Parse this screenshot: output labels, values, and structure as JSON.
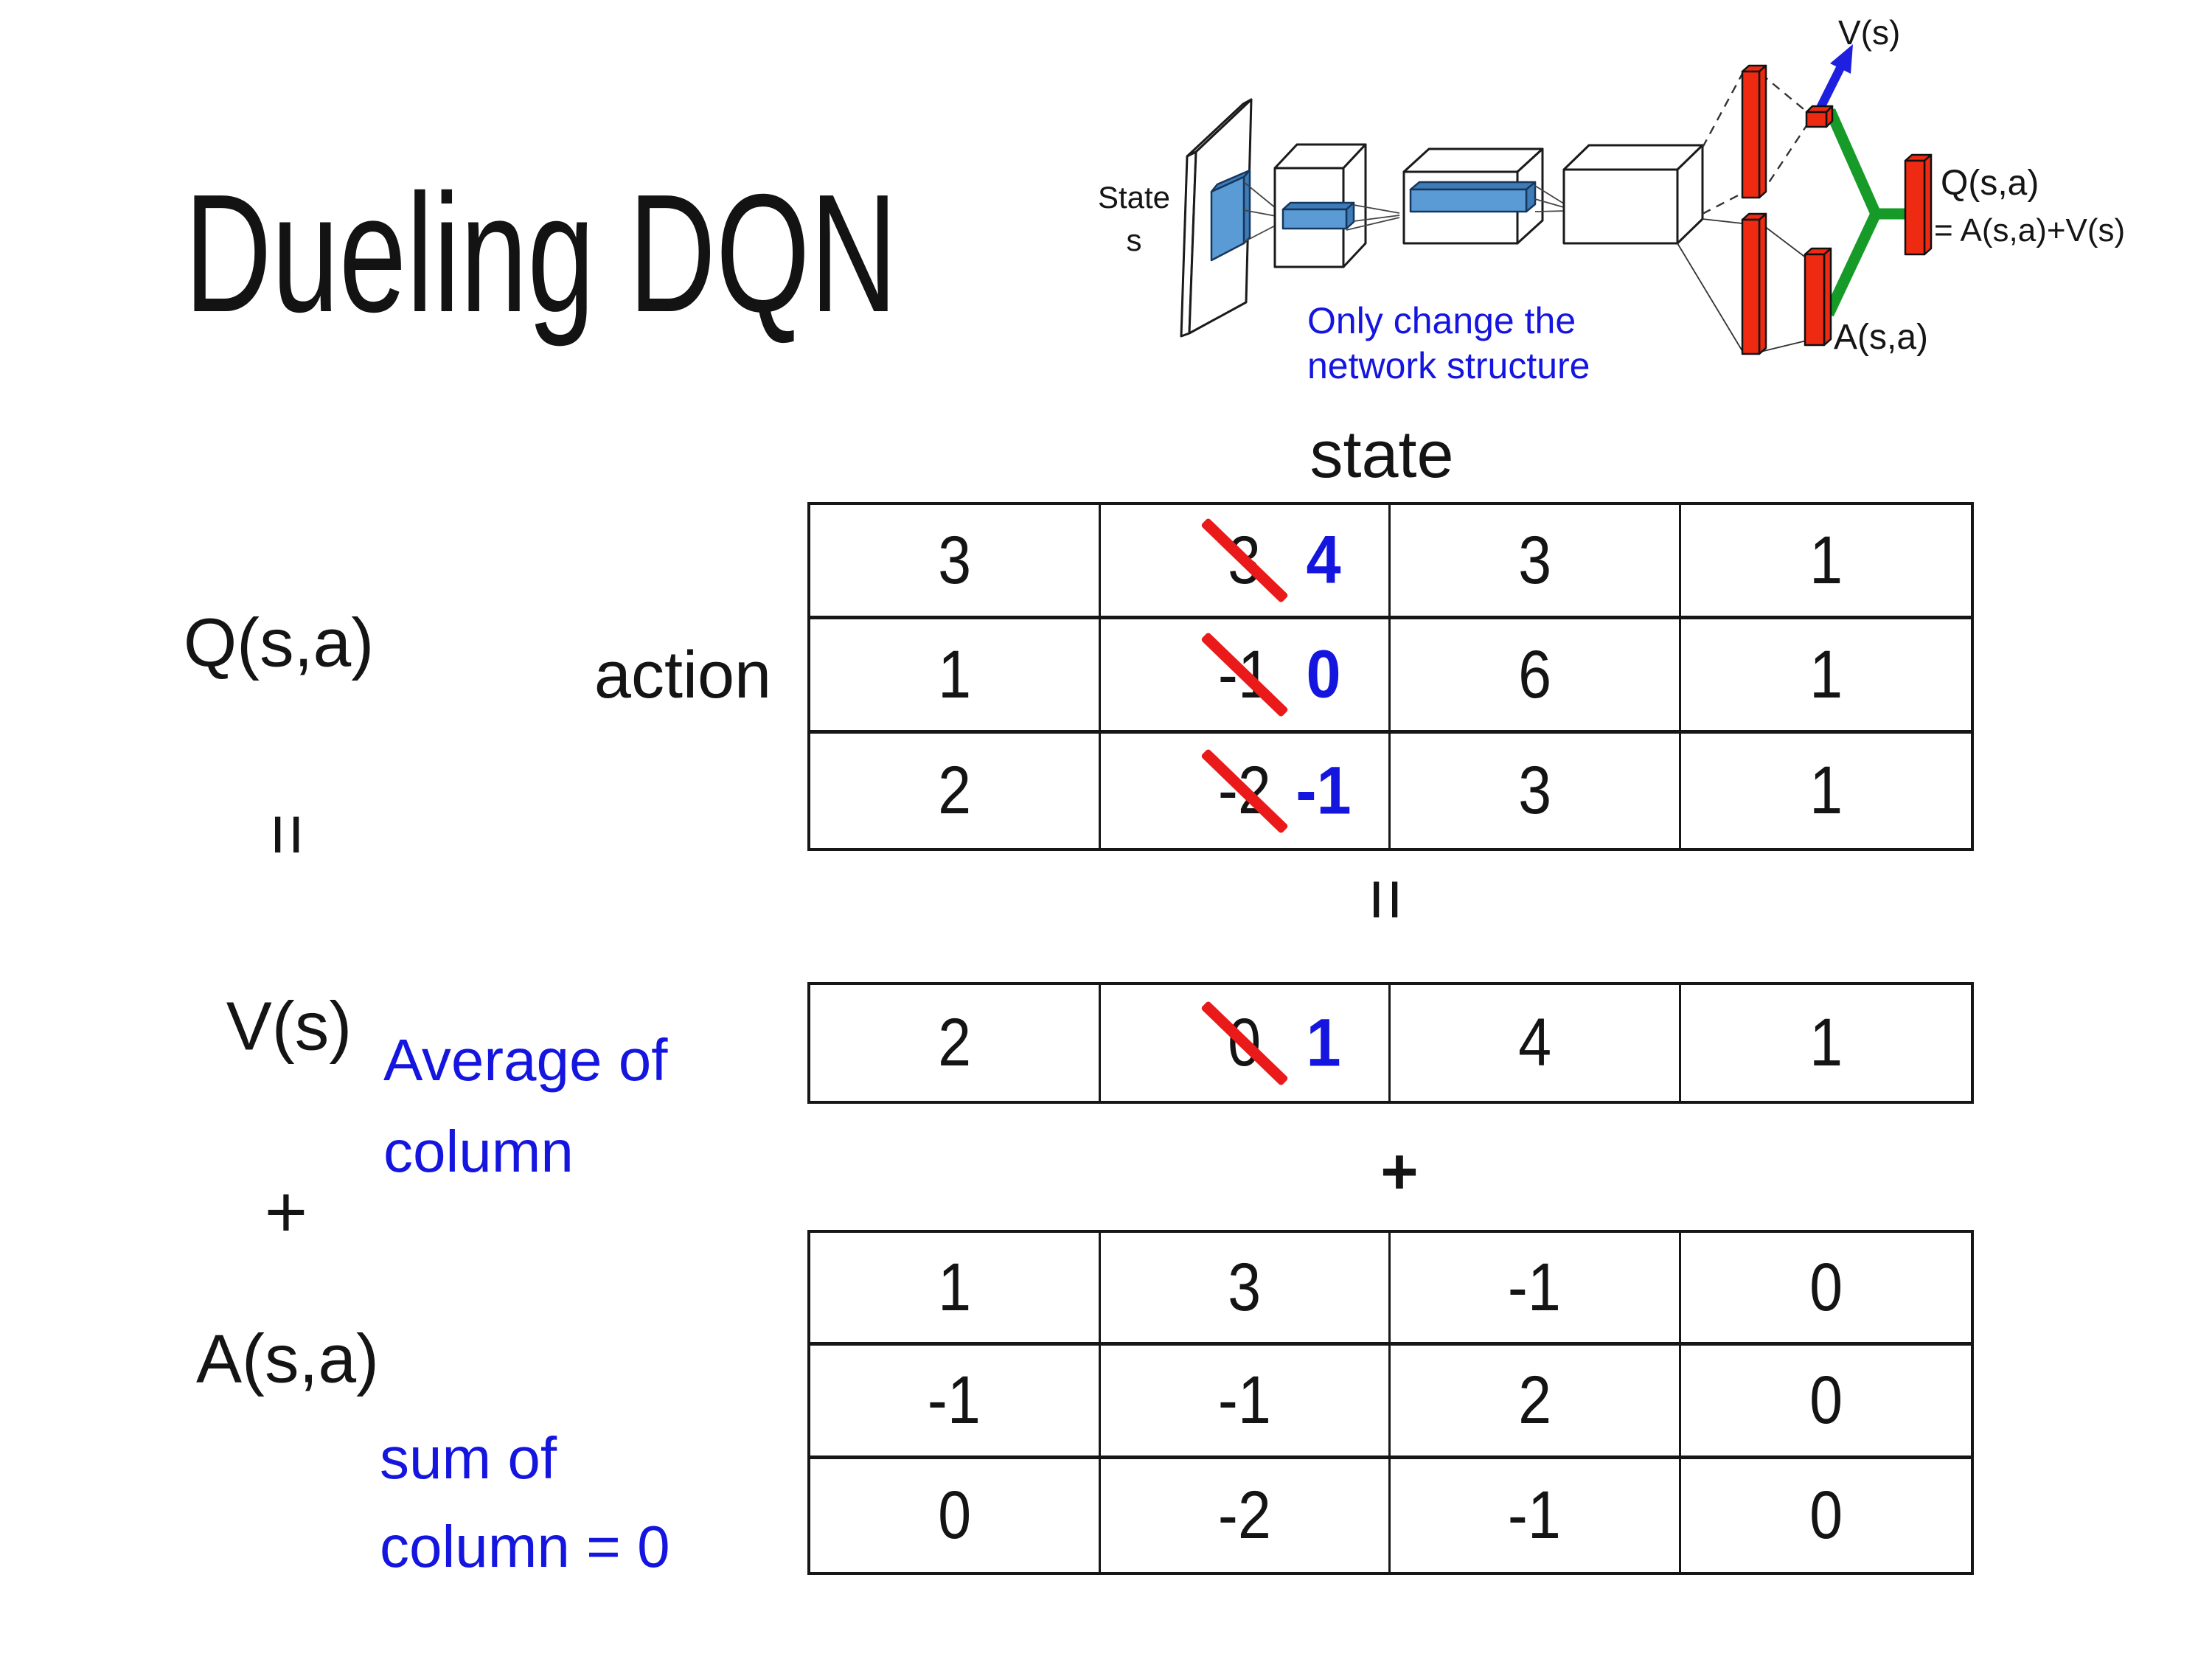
{
  "title": "Dueling DQN",
  "network_diagram": {
    "input_label_1": "State",
    "input_label_2": "s",
    "v_output_label": "V(s)",
    "q_output_label_1": "Q(s,a)",
    "q_output_label_2": "= A(s,a)+V(s)",
    "a_output_label": "A(s,a)",
    "note_1": "Only change the",
    "note_2": "network structure"
  },
  "decomposition": {
    "q_label": "Q(s,a)",
    "equals_left": "=",
    "v_label": "V(s)",
    "plus_left": "+",
    "a_label": "A(s,a)",
    "action_axis_label": "action",
    "state_axis_label": "state",
    "equals_center": "=",
    "plus_center": "+",
    "v_note_1": "Average of",
    "v_note_2": "column",
    "a_note_1": "sum of",
    "a_note_2": "column = 0"
  },
  "q_table": {
    "rows": [
      {
        "col1": "3",
        "old": "3",
        "new": "4",
        "col3": "3",
        "col4": "1"
      },
      {
        "col1": "1",
        "old": "-1",
        "new": "0",
        "col3": "6",
        "col4": "1"
      },
      {
        "col1": "2",
        "old": "-2",
        "new": "-1",
        "col3": "3",
        "col4": "1"
      }
    ]
  },
  "v_row": {
    "col1": "2",
    "old": "0",
    "new": "1",
    "col3": "4",
    "col4": "1"
  },
  "a_table": {
    "rows": [
      [
        "1",
        "3",
        "-1",
        "0"
      ],
      [
        "-1",
        "-1",
        "2",
        "0"
      ],
      [
        "0",
        "-2",
        "-1",
        "0"
      ]
    ]
  },
  "colors": {
    "annotation_blue": "#1515e0",
    "strike_red": "#ea1a1a",
    "bar_red": "#ee2a12",
    "link_green": "#169b28",
    "arrow_blue": "#1f1fe0",
    "filter_blue": "#5b9bd5",
    "background": "#ffffff"
  }
}
